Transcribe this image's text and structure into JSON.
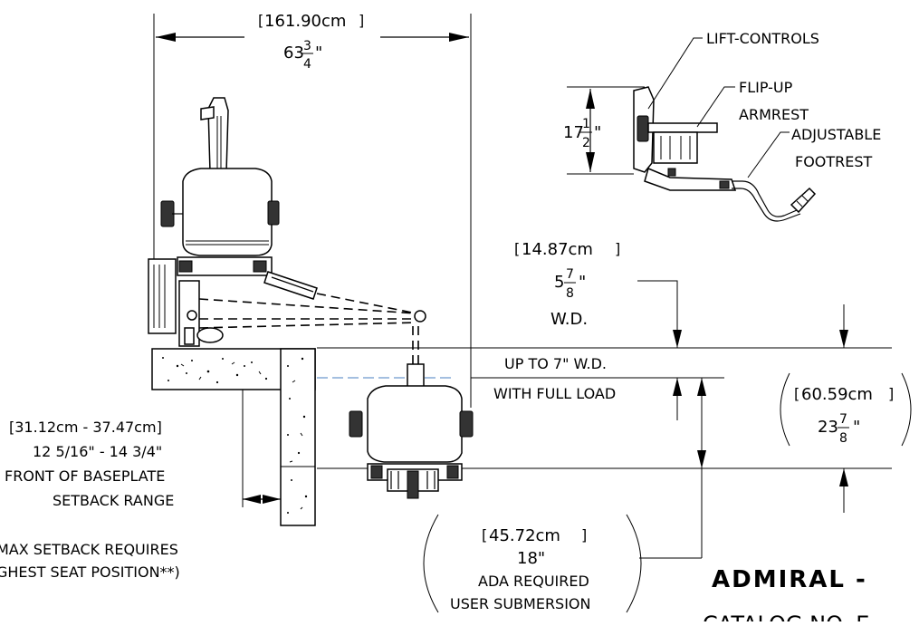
{
  "dimensions": {
    "overall_width_metric": "161.90cm",
    "overall_width_inch_whole": "63",
    "overall_width_inch_num": "3",
    "overall_width_inch_den": "4",
    "armrest_height_inch_whole": "17",
    "armrest_height_inch_num": "1",
    "armrest_height_inch_den": "2",
    "wd_metric": "14.87cm",
    "wd_inch_whole": "5",
    "wd_inch_num": "7",
    "wd_inch_den": "8",
    "wd_label": "W.D.",
    "full_load_line1": "UP TO 7\" W.D.",
    "full_load_line2": "WITH FULL LOAD",
    "depth_metric": "60.59cm",
    "depth_inch_whole": "23",
    "depth_inch_num": "7",
    "depth_inch_den": "8",
    "inch_mark": "\"",
    "setback_metric": "[31.12cm - 37.47cm]",
    "setback_inches": "12 5/16\" - 14 3/4\"",
    "setback_line3": "FRONT OF BASEPLATE",
    "setback_line4": "SETBACK RANGE",
    "max_setback_line1": "MAX SETBACK REQUIRES",
    "max_setback_line2": "GHEST SEAT POSITION**)",
    "ada_metric": "45.72cm",
    "ada_inches": "18\"",
    "ada_line1": "ADA REQUIRED",
    "ada_line2": "USER SUBMERSION"
  },
  "callouts": {
    "lift_controls": "LIFT-CONTROLS",
    "flip_up": "FLIP-UP",
    "armrest": "ARMREST",
    "adjustable": "ADJUSTABLE",
    "footrest": "FOOTREST"
  },
  "footer": {
    "brand": "ADMIRAL -",
    "catalog": "CATALOG NO. E",
    "brand_color": "#3d6fb6"
  }
}
